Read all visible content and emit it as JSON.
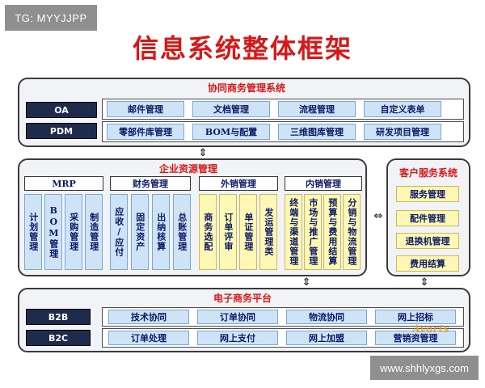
{
  "watermark_top": "TG: MYYJJPP",
  "watermark_bottom": "www.shhlyxgs.com",
  "title": "信息系统整体框架",
  "collab": {
    "title": "协同商务管理系统",
    "left_labels": [
      "OA",
      "PDM"
    ],
    "row1": [
      "邮件管理",
      "文档管理",
      "流程管理",
      "自定义表单"
    ],
    "row2": [
      "零部件库管理",
      "BOM与配置",
      "三维图库管理",
      "研发项目管理"
    ]
  },
  "erp": {
    "title": "企业资源管理",
    "mrp": {
      "label": "MRP",
      "cols": [
        "计划管理",
        "BOM管理",
        "采购管理",
        "制造管理"
      ]
    },
    "finance": {
      "label": "财务管理",
      "cols": [
        "应收/应付",
        "固定资产",
        "出纳核算",
        "总账管理"
      ]
    },
    "export": {
      "label": "外销管理",
      "cols": [
        "商务选配",
        "订单评审",
        "单证管理",
        "发运管理类"
      ]
    },
    "domestic": {
      "label": "内销管理",
      "cols": [
        "终端与渠道管理",
        "市场与推广管理",
        "预算与费用结算",
        "分销与物流管理"
      ]
    }
  },
  "crm": {
    "title": "客户服务系统",
    "items": [
      "服务管理",
      "配件管理",
      "退换机管理",
      "费用结算"
    ]
  },
  "ecommerce": {
    "title": "电子商务平台",
    "left_labels": [
      "B2B",
      "B2C"
    ],
    "row1": [
      "技术协同",
      "订单协同",
      "物流协同",
      "网上招标"
    ],
    "row2": [
      "订单处理",
      "网上支付",
      "网上加盟",
      "营销资管理"
    ]
  },
  "brand_mark": "Avarts",
  "connector_glyph": "⇕",
  "connector_glyph_h": "⇔",
  "colors": {
    "title_red": "#d61818",
    "box_blue": "#cfe3f7",
    "box_yellow": "#fff8b4",
    "label_dark": "#1d2b4c"
  }
}
